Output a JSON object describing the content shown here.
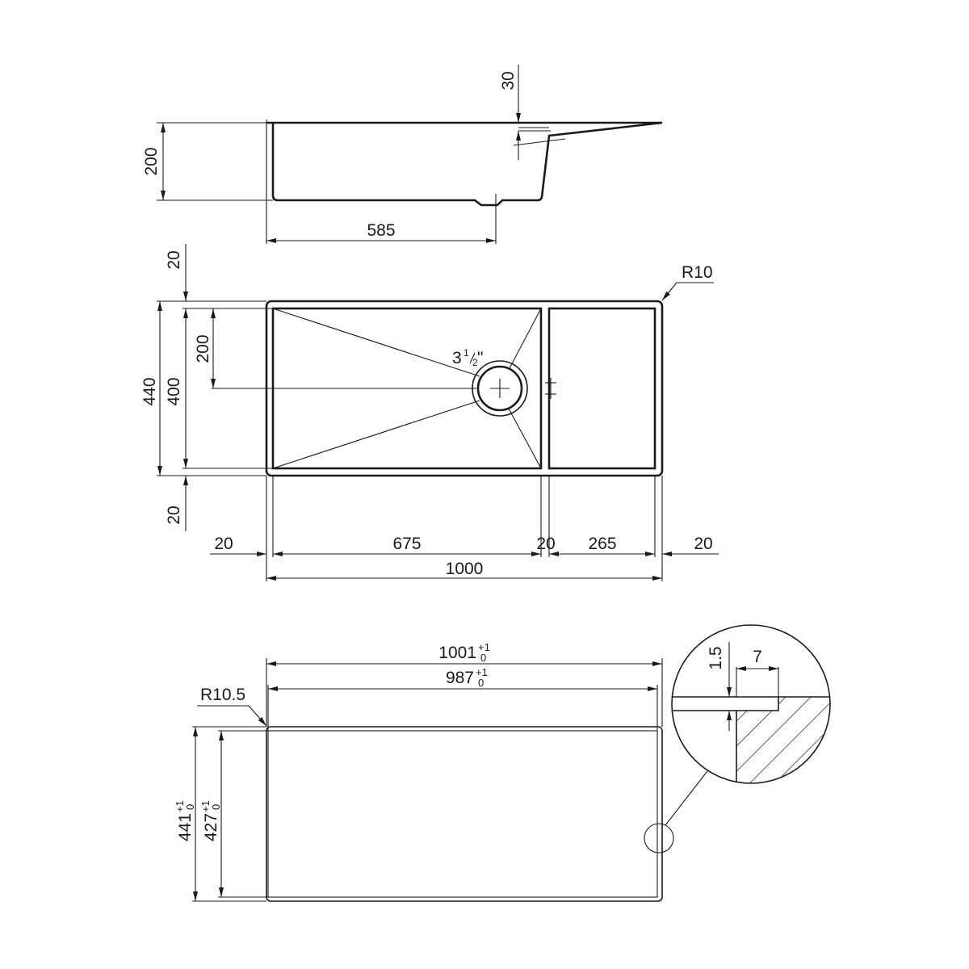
{
  "side_view": {
    "depth": "200",
    "offset": "30",
    "drain_position": "585"
  },
  "top_view": {
    "corner_radius": "R10",
    "margin_top": "20",
    "margin_bottom": "20",
    "overall_depth": "440",
    "bowl_depth": "400",
    "drain_center": "200",
    "drain_size_whole": "3",
    "drain_size_num": "1",
    "drain_size_den": "2",
    "drain_size_unit": "\"",
    "margin_left": "20",
    "bowl_width": "675",
    "divider_width": "20",
    "drainboard_width": "265",
    "margin_right": "20",
    "overall_width": "1000"
  },
  "cutout_view": {
    "outer_width": "1001",
    "inner_width": "987",
    "outer_depth": "441",
    "inner_depth": "427",
    "tolerance_upper": "+1",
    "tolerance_lower": "0",
    "corner_radius": "R10.5",
    "detail_thickness": "1.5",
    "detail_width": "7"
  }
}
